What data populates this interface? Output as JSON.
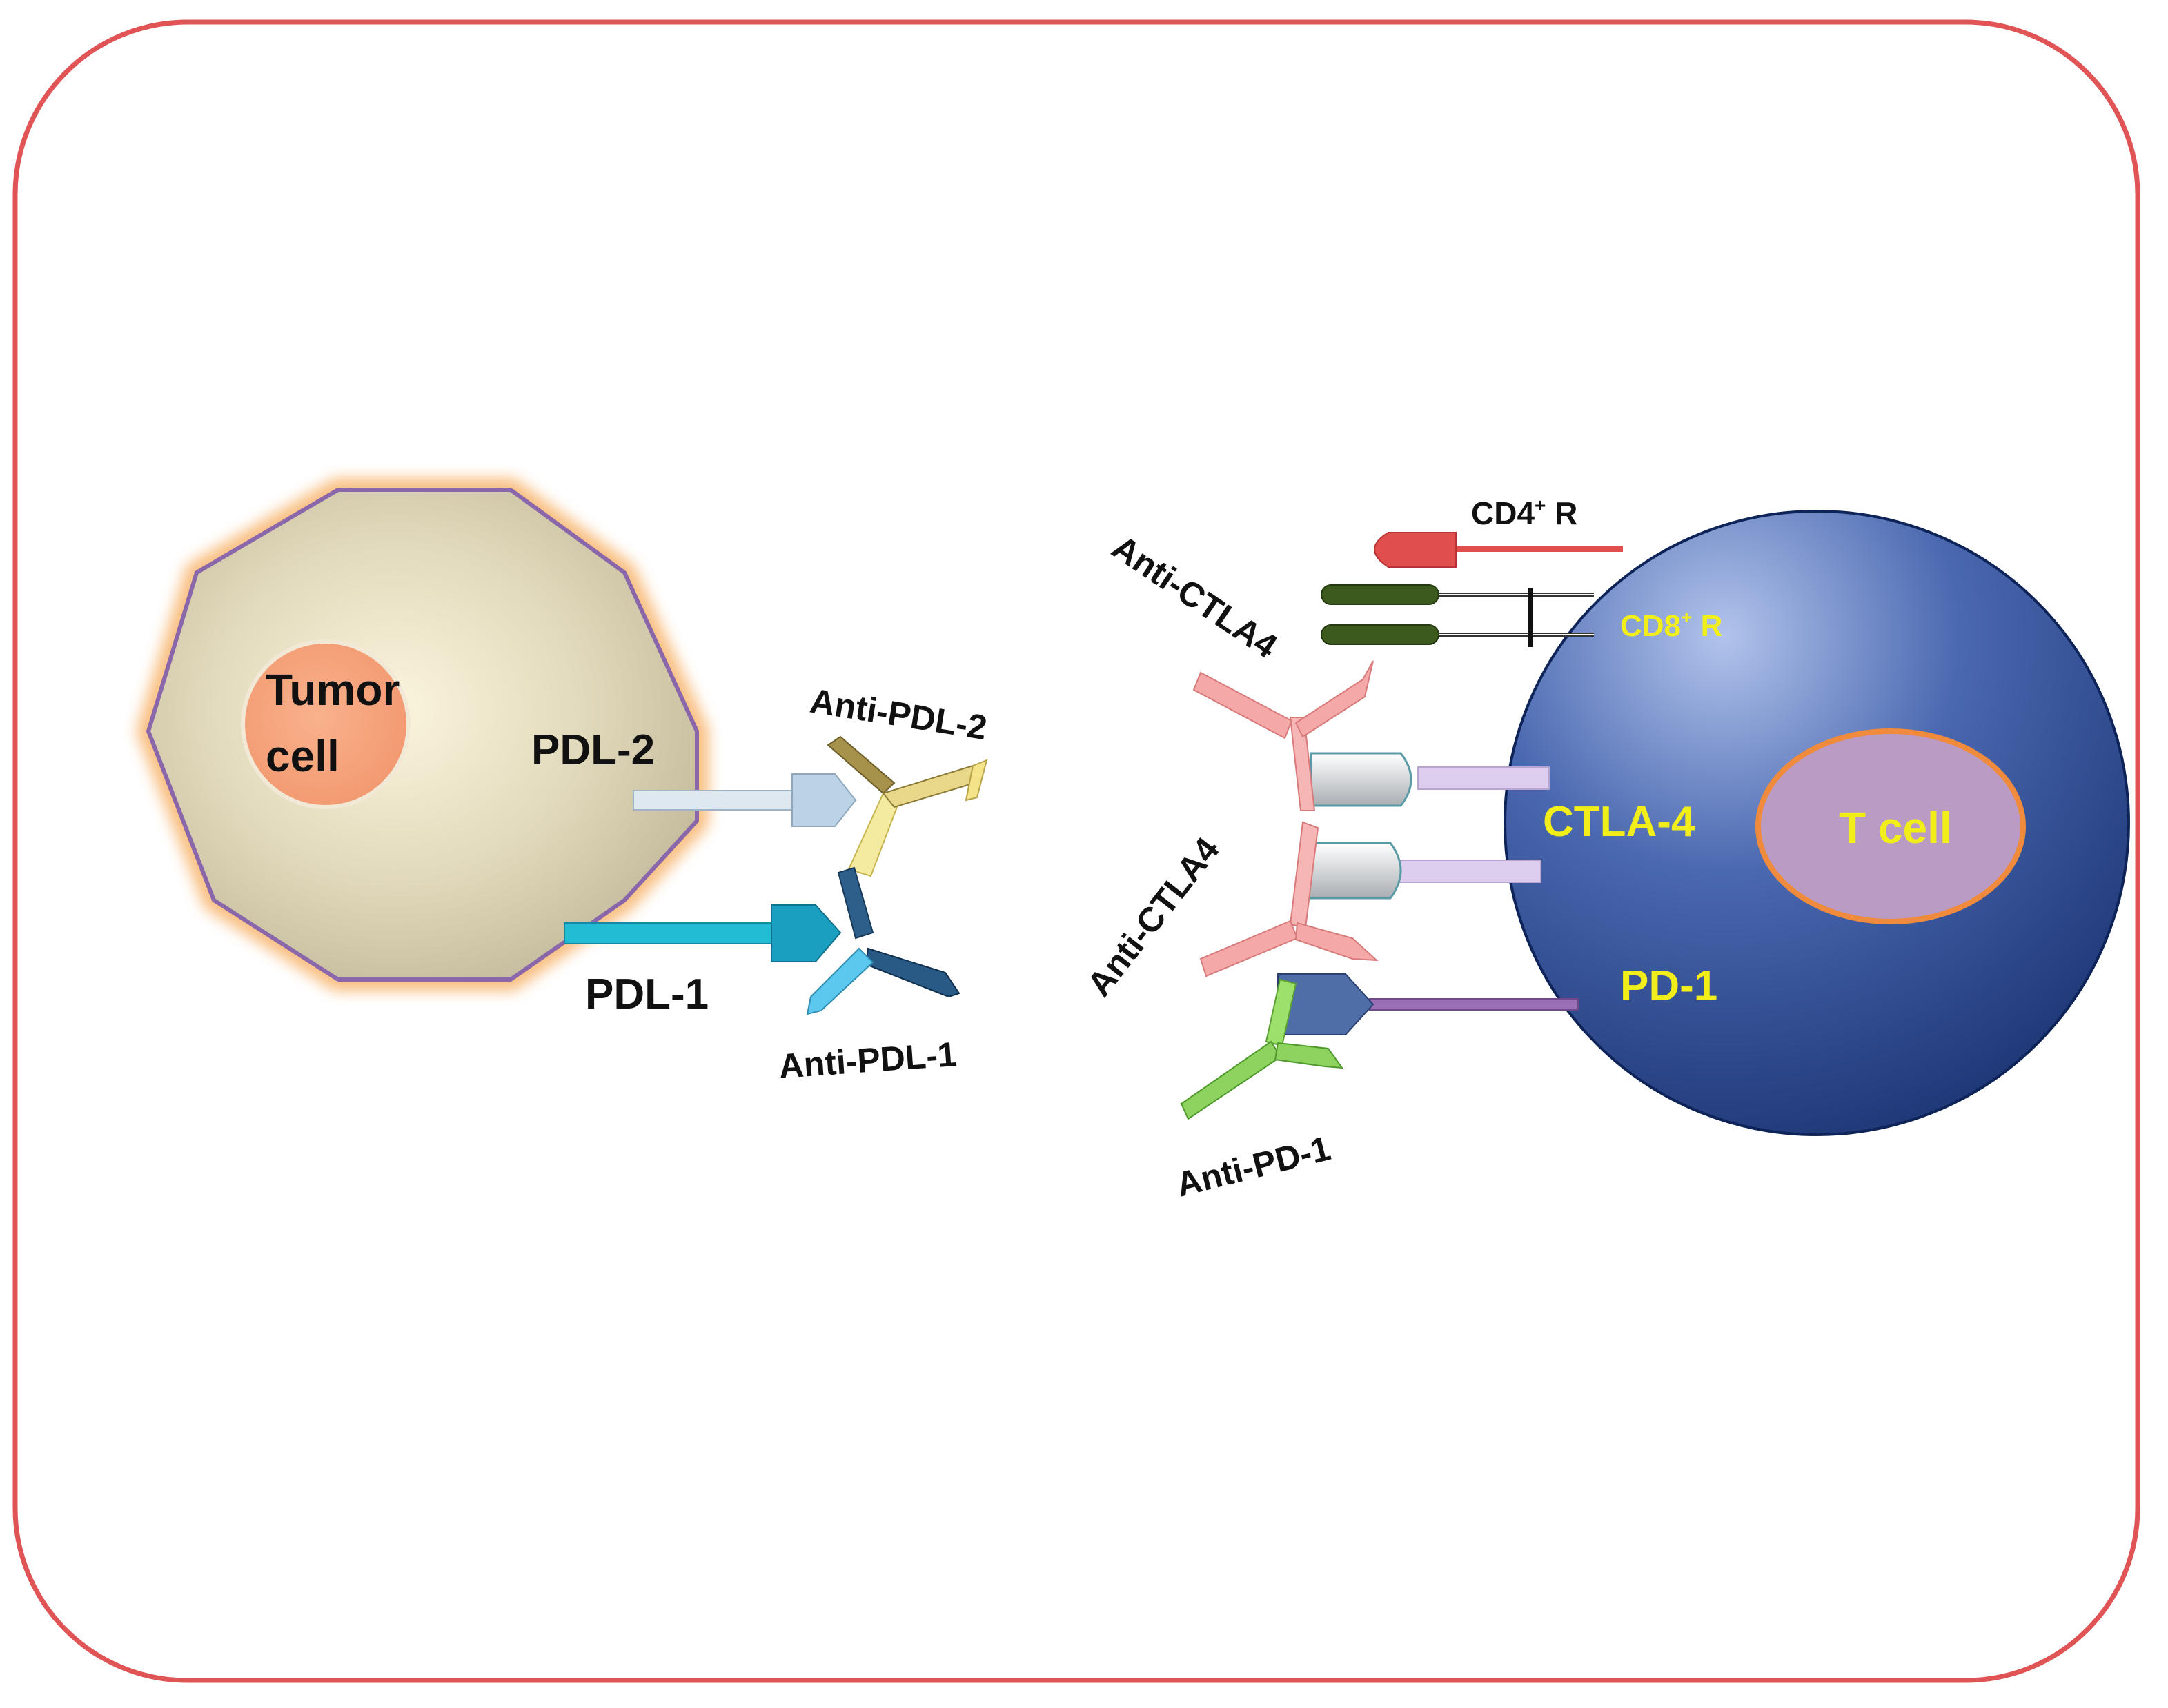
{
  "labels": {
    "tumor_cell_line1": "Tumor",
    "tumor_cell_line2": "cell",
    "pdl2": "PDL-2",
    "pdl1": "PDL-1",
    "anti_pdl2": "Anti-PDL-2",
    "anti_pdl1": "Anti-PDL-1",
    "anti_ctla4_top": "Anti-CTLA4",
    "anti_ctla4_bottom": "Anti-CTLA4",
    "anti_pd1": "Anti-PD-1",
    "cd4_main": "CD4",
    "cd4_sup": "+",
    "cd4_tail": " R",
    "cd8_main": "CD8",
    "cd8_sup": "+",
    "cd8_tail": " R",
    "ctla4": "CTLA-4",
    "pd1": "PD-1",
    "t_cell": "T cell"
  },
  "colors": {
    "frame_border": "#e05456",
    "tumor_body": "#d6cfb0",
    "tumor_outline": "#8a66aa",
    "tumor_glow": "#f7b36b",
    "tumor_nucleus": "#f6a27a",
    "t_cell_body": "#24448a",
    "t_cell_nucleus": "#b99bc4",
    "t_cell_nucleus_outline": "#f08a3c",
    "pdl1_receptor": "#1fb6cf",
    "pdl2_receptor": "#c8dbe9",
    "anti_pdl1": "#2f6f9a",
    "anti_pdl2": "#9a8a45",
    "anti_ctla4": "#f4a8a8",
    "anti_pd1": "#8ed35f",
    "cd4_receptor": "#e14e4e",
    "cd8_receptor": "#3d5a1e",
    "ctla4_receptor": "#d8c8e8",
    "pd1_receptor": "#9a6fb6",
    "yellow_label": "#f2ee19"
  }
}
